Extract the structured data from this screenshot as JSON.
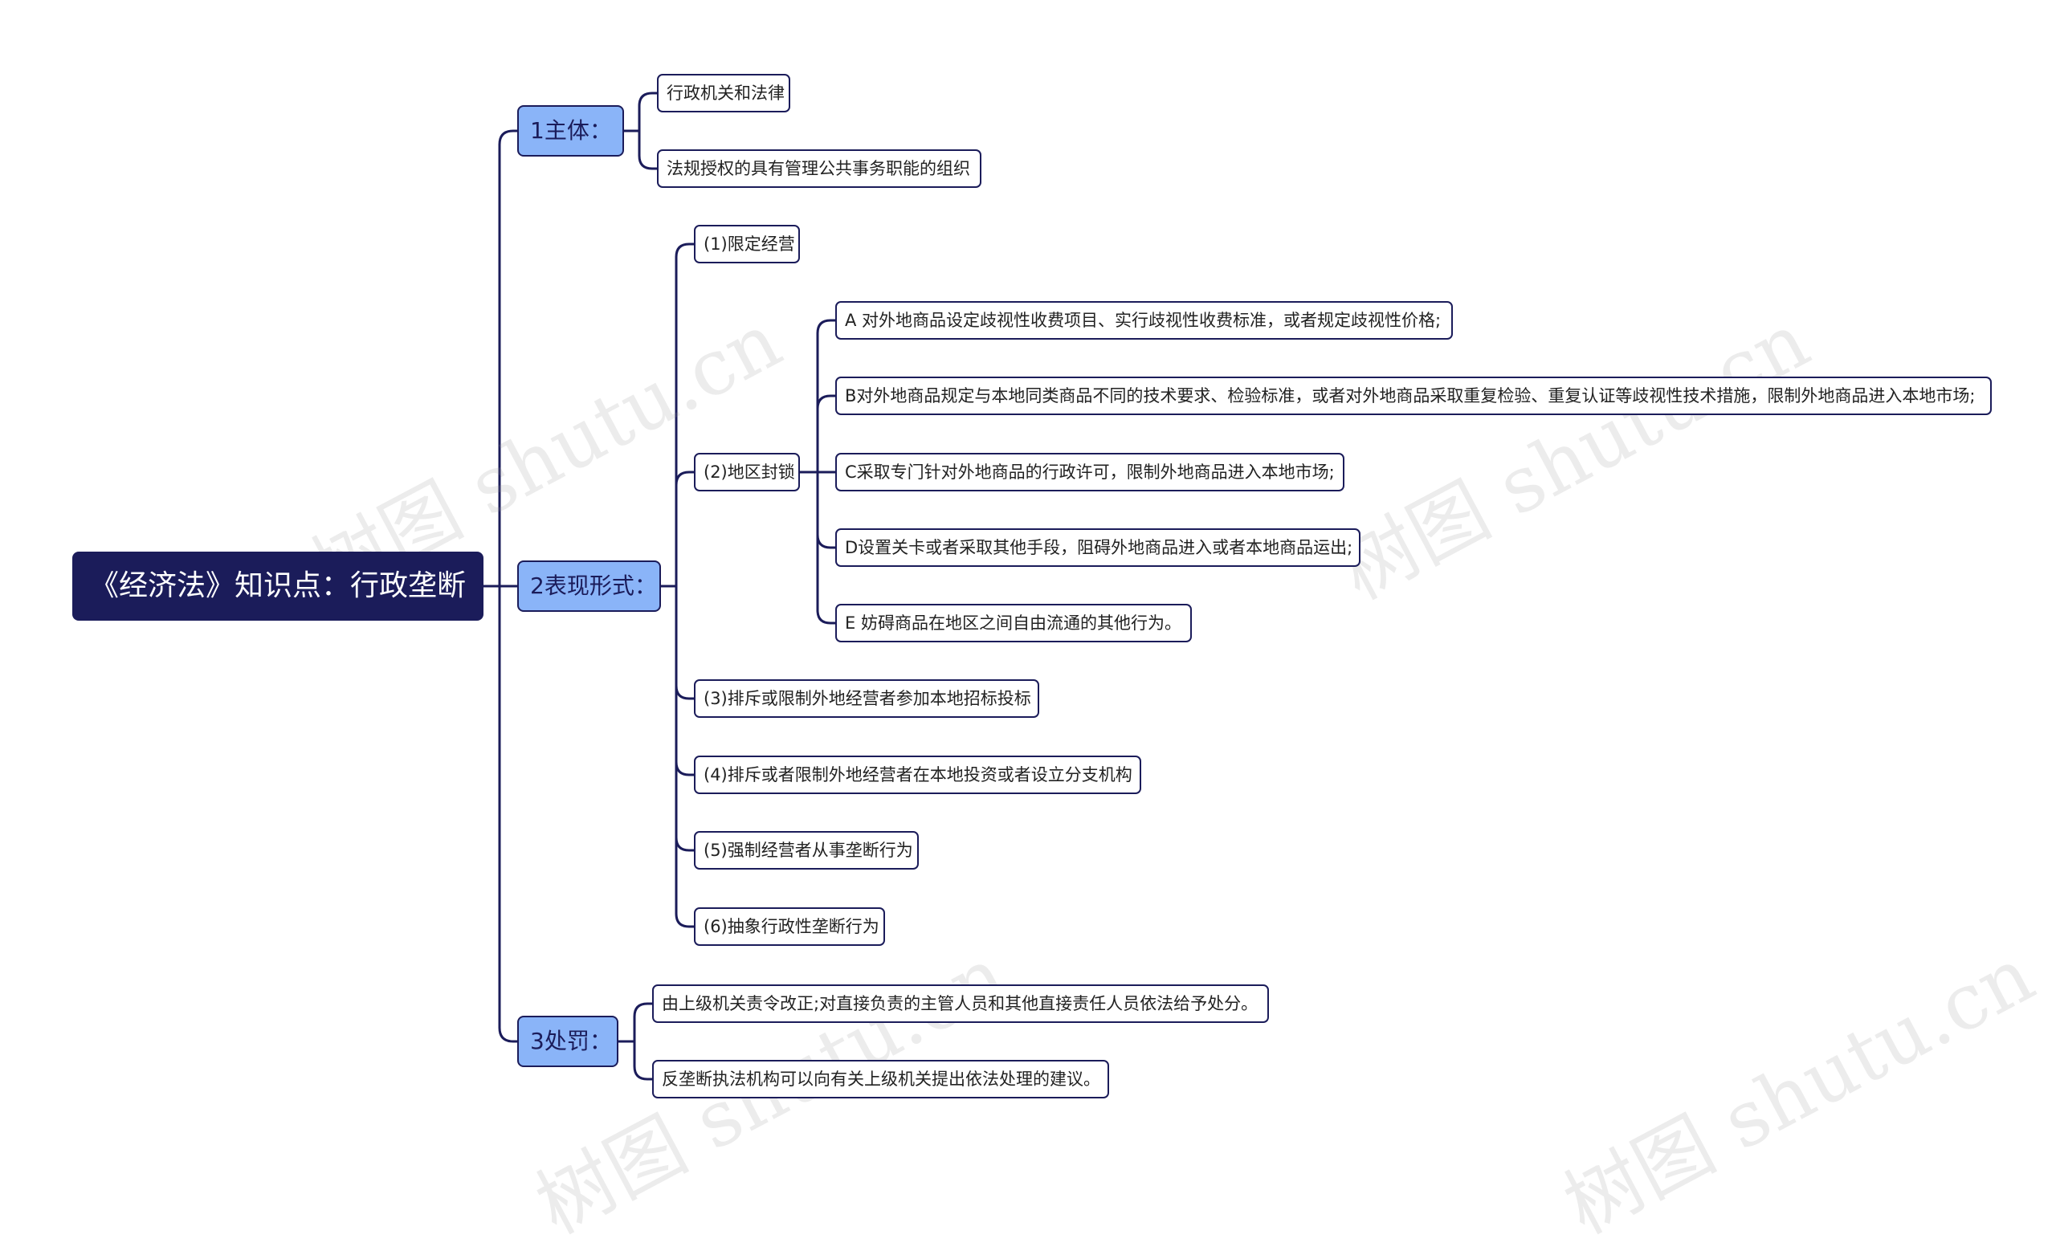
{
  "root": {
    "label": "《经济法》知识点：行政垄断"
  },
  "branches": [
    {
      "label": "1主体：",
      "children": [
        {
          "label": "行政机关和法律"
        },
        {
          "label": "法规授权的具有管理公共事务职能的组织"
        }
      ]
    },
    {
      "label": "2表现形式：",
      "children": [
        {
          "label": "(1)限定经营"
        },
        {
          "label": "(2)地区封锁",
          "children": [
            {
              "label": "A 对外地商品设定歧视性收费项目、实行歧视性收费标准，或者规定歧视性价格;"
            },
            {
              "label": "B对外地商品规定与本地同类商品不同的技术要求、检验标准，或者对外地商品采取重复检验、重复认证等歧视性技术措施，限制外地商品进入本地市场;"
            },
            {
              "label": "C采取专门针对外地商品的行政许可，限制外地商品进入本地市场;"
            },
            {
              "label": "D设置关卡或者采取其他手段，阻碍外地商品进入或者本地商品运出;"
            },
            {
              "label": "E 妨碍商品在地区之间自由流通的其他行为。"
            }
          ]
        },
        {
          "label": "(3)排斥或限制外地经营者参加本地招标投标"
        },
        {
          "label": "(4)排斥或者限制外地经营者在本地投资或者设立分支机构"
        },
        {
          "label": "(5)强制经营者从事垄断行为"
        },
        {
          "label": "(6)抽象行政性垄断行为"
        }
      ]
    },
    {
      "label": "3处罚：",
      "children": [
        {
          "label": "由上级机关责令改正;对直接负责的主管人员和其他直接责任人员依法给予处分。"
        },
        {
          "label": "反垄断执法机构可以向有关上级机关提出依法处理的建议。"
        }
      ]
    }
  ],
  "watermark": "树图 shutu.cn",
  "colors": {
    "root": "#1b1c5a",
    "branch": "#8ab4f8",
    "line": "#1b1c5a"
  }
}
